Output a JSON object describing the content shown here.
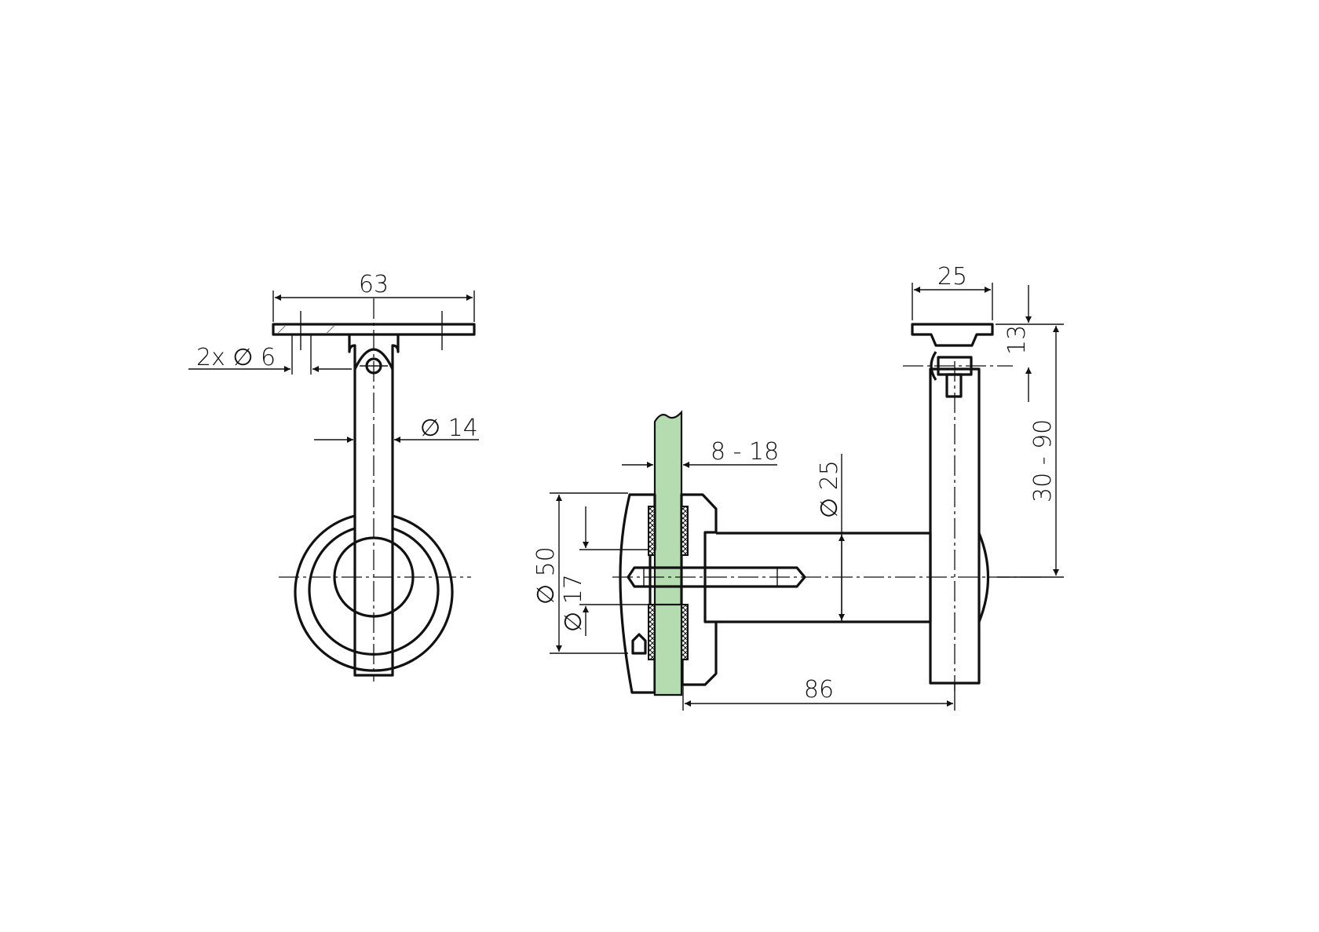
{
  "drawing": {
    "title": "Glass-mounted handrail bracket technical drawing",
    "glass_color": "#b5dcb0",
    "line_color": "#111111",
    "views": [
      {
        "name": "front-view",
        "dimensions": {
          "plate_width": "63",
          "holes": "2x ∅ 6",
          "arm_diameter": "∅ 14"
        }
      },
      {
        "name": "side-section-view",
        "dimensions": {
          "glass_thickness": "8 - 18",
          "disc_diameter": "∅ 50",
          "hole_diameter": "∅ 17",
          "rod_diameter": "∅ 25",
          "projection": "86",
          "saddle_width": "25",
          "saddle_height": "13",
          "height_range": "30 - 90"
        }
      }
    ]
  }
}
